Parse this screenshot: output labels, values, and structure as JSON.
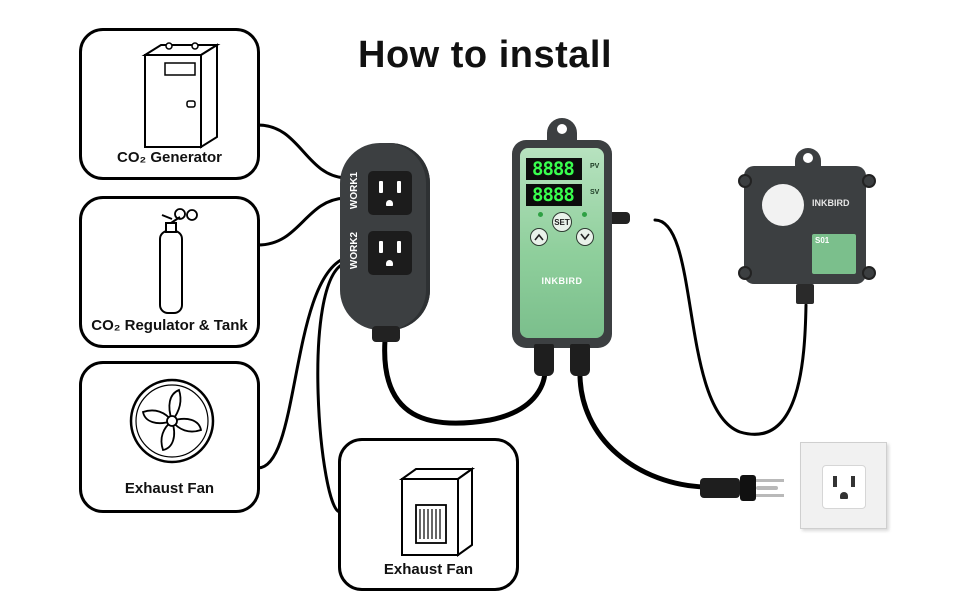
{
  "title": "How to install",
  "boxes": {
    "co2_generator": "CO₂ Generator",
    "co2_regulator": "CO₂ Regulator & Tank",
    "exhaust_fan_1": "Exhaust Fan",
    "exhaust_fan_2": "Exhaust Fan"
  },
  "power_strip": {
    "work1_label": "WORK1",
    "work2_label": "WORK2"
  },
  "controller": {
    "pv_reading": "8888",
    "sv_reading": "8888",
    "pv_tag": "PV",
    "sv_tag": "SV",
    "set_button": "SET",
    "brand": "INKBIRD"
  },
  "sensor": {
    "brand": "INKBIRD",
    "model": "S01"
  },
  "colors": {
    "controller_green": "#7bbf8c",
    "device_gray": "#3c3f41",
    "lcd_green": "#39ff4e"
  }
}
